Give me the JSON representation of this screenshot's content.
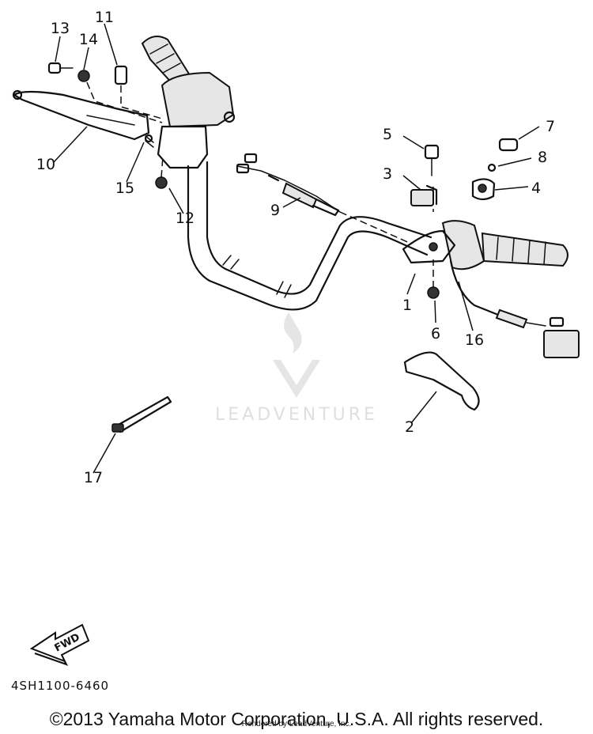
{
  "diagram": {
    "callouts": [
      "1",
      "2",
      "3",
      "4",
      "5",
      "6",
      "7",
      "8",
      "9",
      "10",
      "11",
      "12",
      "13",
      "14",
      "15",
      "16",
      "17"
    ],
    "fwd_label": "FWD",
    "watermark_text": "LEADVENTURE"
  },
  "footer": {
    "drawing_code": "4SH1100-6460",
    "copyright": "©2013 Yamaha Motor Corporation, U.S.A. All rights reserved.",
    "rendered_by": "Rendered by LeadVenture, Inc."
  }
}
